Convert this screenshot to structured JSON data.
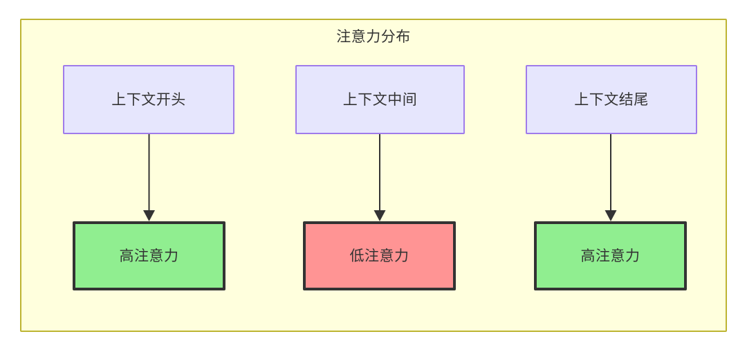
{
  "diagram": {
    "title": "注意力分布",
    "colors": {
      "container_fill": "#ffffdd",
      "container_border": "#bdb432",
      "source_fill": "#e6e6fd",
      "source_border": "#9f7bea",
      "high_fill": "#90ee90",
      "low_fill": "#ff9494",
      "emphasis_border": "#333333",
      "text": "#333333"
    },
    "sources": [
      {
        "id": "context-start",
        "label": "上下文开头"
      },
      {
        "id": "context-middle",
        "label": "上下文中间"
      },
      {
        "id": "context-end",
        "label": "上下文结尾"
      }
    ],
    "results": [
      {
        "id": "high-attention-start",
        "label": "高注意力",
        "level": "high"
      },
      {
        "id": "low-attention-middle",
        "label": "低注意力",
        "level": "low"
      },
      {
        "id": "high-attention-end",
        "label": "高注意力",
        "level": "high"
      }
    ],
    "edges": [
      {
        "from": "上下文开头",
        "to": "高注意力"
      },
      {
        "from": "上下文中间",
        "to": "低注意力"
      },
      {
        "from": "上下文结尾",
        "to": "高注意力"
      }
    ]
  }
}
